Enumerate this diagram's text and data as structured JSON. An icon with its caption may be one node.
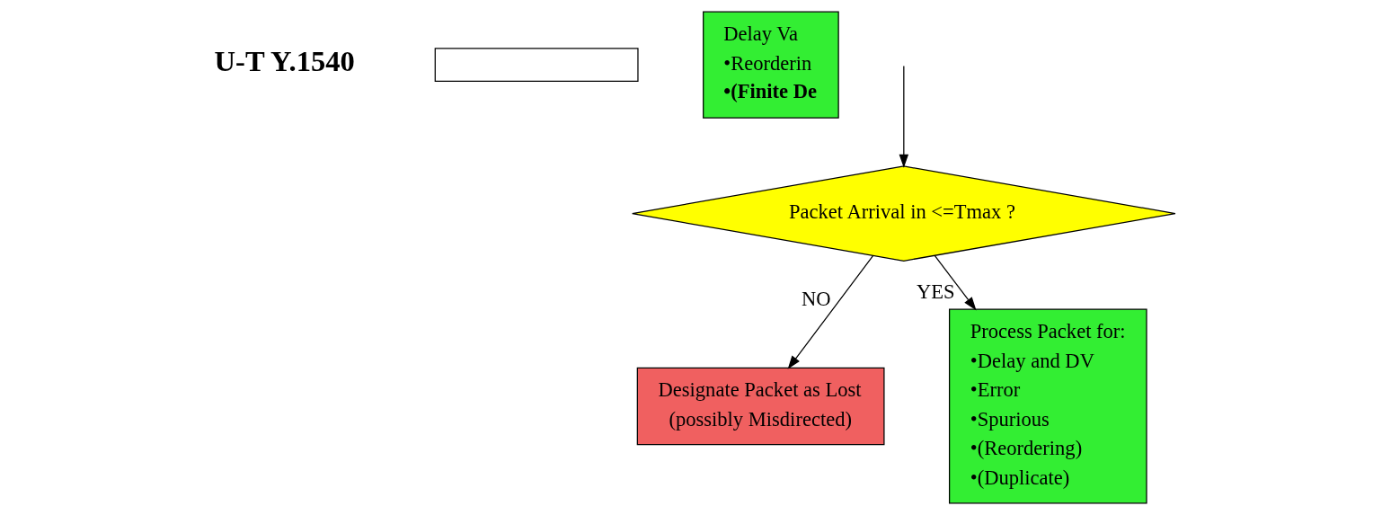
{
  "diagram": {
    "nodes": [
      {
        "text": [],
        "shape": "box"
      },
      {
        "text": [
          "Delay Va",
          "•Reorderin",
          "•(Finite De"
        ]
      },
      {
        "text": [
          "Packet Arrival in <=Tmax ?"
        ]
      },
      {
        "text": [
          "Designate Packet as Lost",
          "(possibly Misdirected)"
        ]
      },
      {
        "text": [
          "Process Packet for:",
          "•Delay and DV",
          "•Error",
          "•Spurious",
          "•(Reordering)",
          "•(Duplicate)"
        ]
      }
    ],
    "edges": [
      {
        "from": null,
        "to": 2,
        "arrow": "to"
      },
      {
        "from": 2,
        "to": 3,
        "arrow": "to",
        "label": "NO"
      },
      {
        "from": 2,
        "to": 4,
        "arrow": "to",
        "label": "YES"
      }
    ],
    "labels": [
      "U-T Y.1540"
    ]
  }
}
